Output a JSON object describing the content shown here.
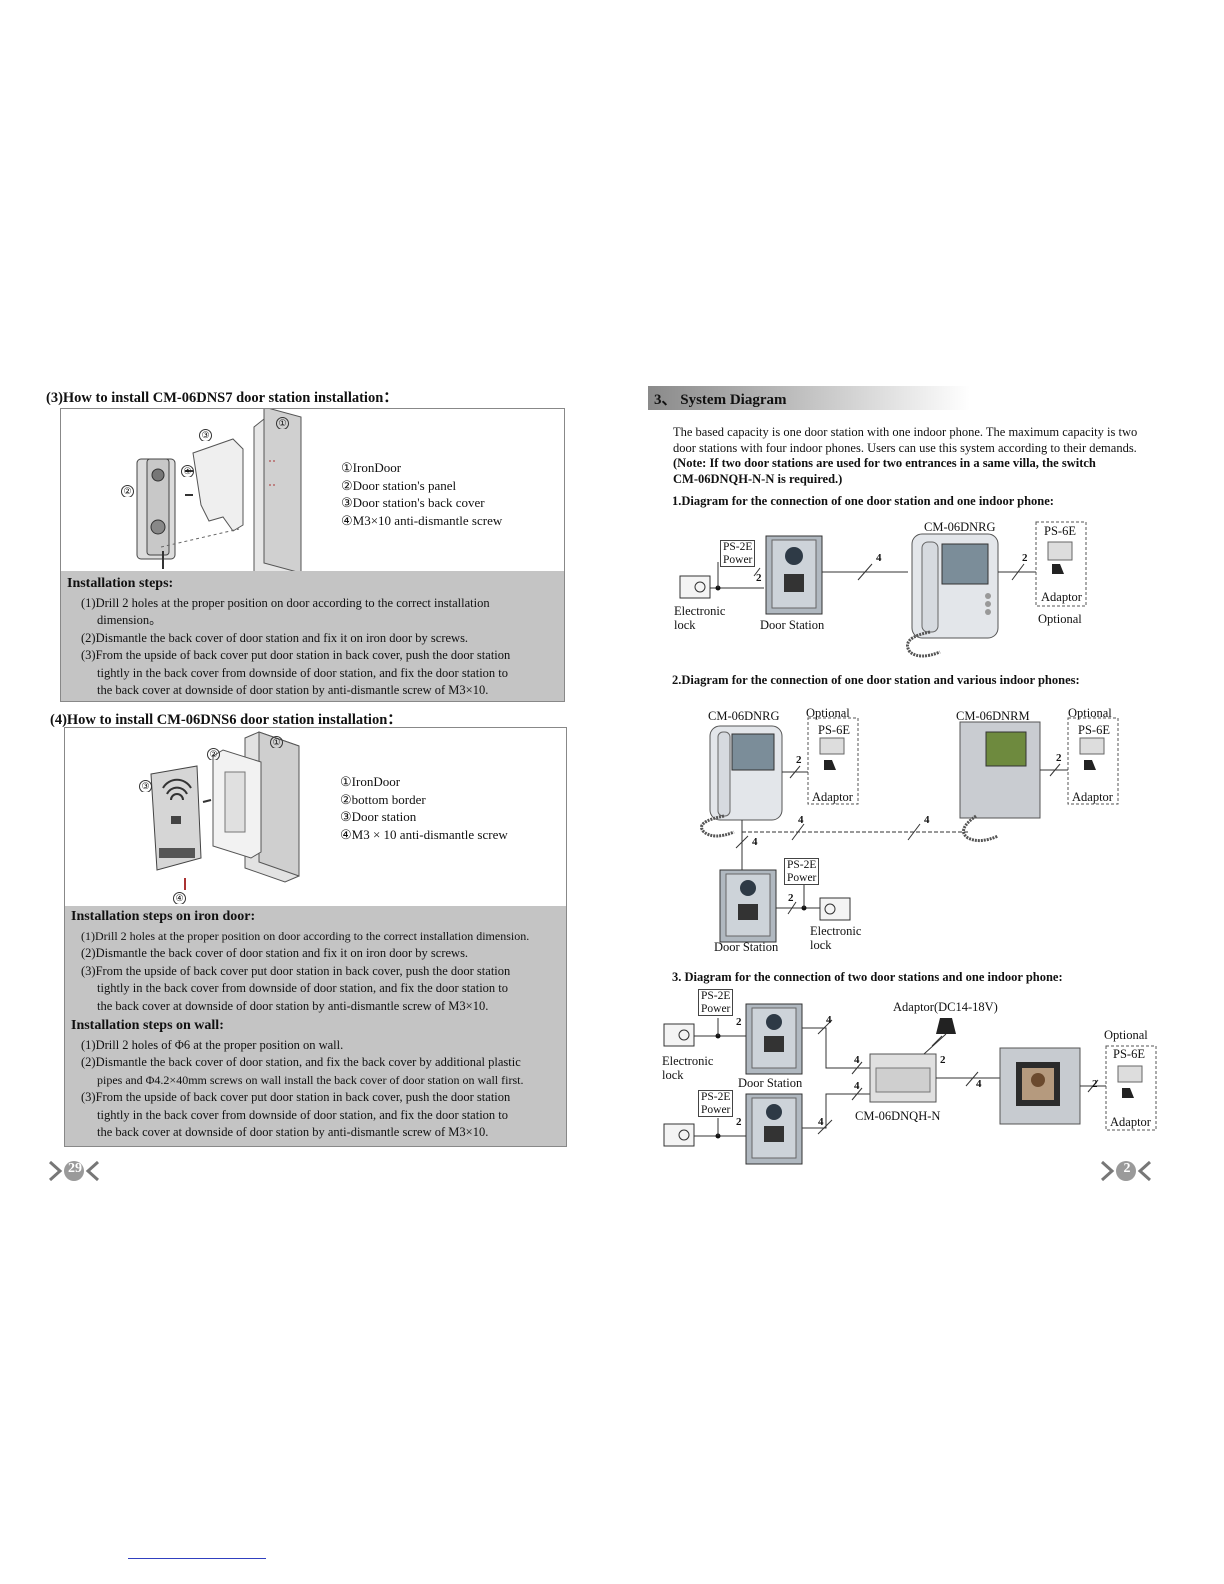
{
  "left": {
    "sec3": {
      "title": "(3)How to install  CM-06DNS7 door station installation：",
      "callouts": [
        "①",
        "②",
        "③",
        "④"
      ],
      "legend": [
        "①IronDoor",
        "②Door station's panel",
        "③Door station's back cover",
        "④M3×10 anti-dismantle screw"
      ],
      "steps_title": "Installation steps:",
      "steps": [
        {
          "first": "(1)Drill 2 holes at the proper position on door according to the correct installation",
          "rest": [
            "dimension。"
          ]
        },
        {
          "first": "(2)Dismantle the back cover of door station and fix it on iron door by screws.",
          "rest": []
        },
        {
          "first": "(3)From the upside of back cover put door station in back cover, push the door station",
          "rest": [
            "tightly in the back cover from downside of door station, and fix the door station to",
            "the back cover at downside of door station by anti-dismantle screw of  M3×10."
          ]
        }
      ]
    },
    "sec4": {
      "title": "(4)How to install  CM-06DNS6 door station installation：",
      "callouts": [
        "①",
        "②",
        "③",
        "④"
      ],
      "legend": [
        "①IronDoor",
        "②bottom border",
        "③Door station",
        "④M3 × 10 anti-dismantle screw"
      ],
      "steps_title_door": "Installation steps on iron door:",
      "steps_door": [
        {
          "first": "(1)Drill 2 holes at the proper position on door according to the correct installation dimension.",
          "rest": []
        },
        {
          "first": "(2)Dismantle the back cover of door station and fix it on iron door by screws.",
          "rest": []
        },
        {
          "first": "(3)From the upside of back cover put door station in back cover, push the door station",
          "rest": [
            "tightly in the back cover from downside of door station, and fix the door station to",
            "the back cover at downside of door station by anti-dismantle screw of  M3×10."
          ]
        }
      ],
      "steps_title_wall": "Installation steps on wall:",
      "steps_wall": [
        {
          "first": "(1)Drill 2 holes of Φ6 at the proper position on wall.",
          "rest": []
        },
        {
          "first": "(2)Dismantle the back cover of door station, and fix the back cover by additional plastic",
          "rest": [
            "pipes and Φ4.2×40mm screws on wall install the back cover of door station on wall first."
          ]
        },
        {
          "first": "(3)From the upside of back cover put door station in back cover, push the door station",
          "rest": [
            "tightly in the back cover from downside of door station, and fix the door station to",
            "the back cover at downside of door station by anti-dismantle screw of  M3×10."
          ]
        }
      ]
    },
    "page_number": "29"
  },
  "right": {
    "header": "3、 System Diagram",
    "intro": [
      "The based capacity is one door station with one indoor phone. The maximum capacity is two",
      "door stations with four indoor phones. Users can use this system according to their demands."
    ],
    "note": [
      "(Note: If two door stations are used for two entrances in a same villa, the switch",
      "CM-06DNQH-N-N is required.)"
    ],
    "d1": {
      "title": "1.Diagram for the connection of one door station and one indoor phone:",
      "monitor": "CM-06DNRG",
      "ps2e": "PS-2E",
      "power": "Power",
      "ps6e": "PS-6E",
      "adaptor": "Adaptor",
      "optional": "Optional",
      "lock": "Electronic\nlock",
      "door_station": "Door Station",
      "w2a": "2",
      "w4": "4",
      "w2b": "2"
    },
    "d2": {
      "title": "2.Diagram for the connection of one door station and various indoor phones:",
      "monitor_a": "CM-06DNRG",
      "monitor_b": "CM-06DNRM",
      "optional": "Optional",
      "ps6e": "PS-6E",
      "adaptor": "Adaptor",
      "ps2e": "PS-2E",
      "power": "Power",
      "lock": "Electronic\nlock",
      "door_station": "Door Station",
      "w2": "2",
      "w4": "4"
    },
    "d3": {
      "title": "3. Diagram for the connection of two door stations and one indoor phone:",
      "ps2e": "PS-2E",
      "power": "Power",
      "adaptor_dc": "Adaptor(DC14-18V)",
      "optional": "Optional",
      "ps6e": "PS-6E",
      "adaptor": "Adaptor",
      "lock": "Electronic\nlock",
      "door_station": "Door Station",
      "switch": "CM-06DNQH-N",
      "w2": "2",
      "w4": "4"
    },
    "page_number": "2"
  }
}
